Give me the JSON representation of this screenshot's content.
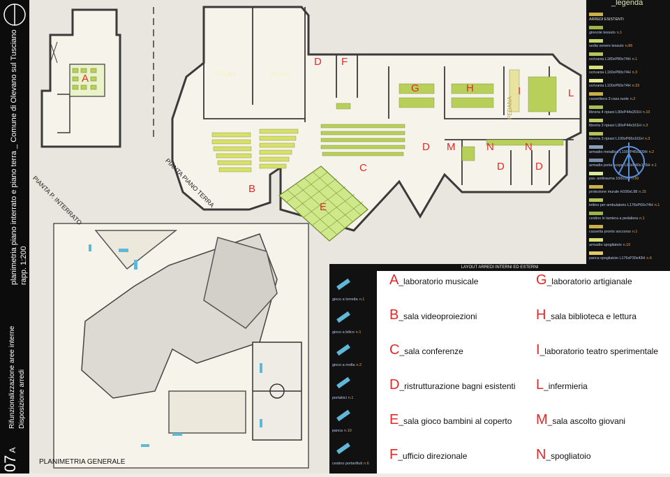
{
  "sidebar": {
    "sheet_number": "07",
    "sheet_suffix": "A",
    "title_line1": "Rifunzionalizzazione aree interne",
    "title_line2": "Disposizione arredi",
    "plan_line1": "planimetria piano interrato e piano terra _ Comune di Olevano sul Tusciano",
    "plan_line2": "rapp. 1:200"
  },
  "legend": {
    "title": "_legenda",
    "items": [
      {
        "label": "ARREDI ESISTENTI",
        "qty": "",
        "color": "#c9b04a"
      },
      {
        "label": "girevole tessuto",
        "qty": "n.1",
        "color": "#9bb54a"
      },
      {
        "label": "sedia venere tessuto",
        "qty": "n.86",
        "color": "#c8d86a"
      },
      {
        "label": "scrivania L180xP80x74H",
        "qty": "n.1",
        "color": "#b8c45a"
      },
      {
        "label": "scrivania L160xP80x74H",
        "qty": "n.3",
        "color": "#d8e07a"
      },
      {
        "label": "scrivania L100xP60x74H",
        "qty": "n.33",
        "color": "#e3e89a"
      },
      {
        "label": "cassettiera 3 cass.ruote",
        "qty": "n.2",
        "color": "#c9b04a"
      },
      {
        "label": "libreria 4 ripiani L90xP44x201H",
        "qty": "n.10",
        "color": "#a9bc5a"
      },
      {
        "label": "libreria 3 ripiani L90xP44x161H",
        "qty": "n.3",
        "color": "#c3cf6a"
      },
      {
        "label": "libreria 3 ripiani L100xP66x161H",
        "qty": "n.3",
        "color": "#b4c45a"
      },
      {
        "label": "armadio metallico L100xP45x200H",
        "qty": "n.2",
        "color": "#8aa0b8"
      },
      {
        "label": "armadio porta scope L60xP40x176H",
        "qty": "n.1",
        "color": "#7a8fa8"
      },
      {
        "label": "pav. antitrauma 100x100",
        "qty": "n.50",
        "color": "#d8eb9a"
      },
      {
        "label": "protezione murale H100xL98",
        "qty": "n.15",
        "color": "#c9b04a"
      },
      {
        "label": "lettino per ambulatorio L176xP60x74H",
        "qty": "n.1",
        "color": "#b8c45a"
      },
      {
        "label": "cestino in lamiera a pedaliera",
        "qty": "n.1",
        "color": "#9bb54a"
      },
      {
        "label": "cassetta pronto soccorso",
        "qty": "n.1",
        "color": "#c9b04a"
      },
      {
        "label": "armadio spogliatoio",
        "qty": "n.10",
        "color": "#d8e07a"
      },
      {
        "label": "panca spogliatoio L176xP30x43H",
        "qty": "n.6",
        "color": "#e3c86a"
      }
    ]
  },
  "layout_header": "LAYOUT ARREDI INTERNI ED ESTERNI",
  "external_items": [
    {
      "label": "gioco a torretta",
      "qty": "n.1",
      "icon": "tower-play-icon"
    },
    {
      "label": "gioco a bilico",
      "qty": "n.1",
      "icon": "seesaw-icon"
    },
    {
      "label": "gioco a molla",
      "qty": "n.2",
      "icon": "spring-rider-icon"
    },
    {
      "label": "portabici",
      "qty": "n.1",
      "icon": "bike-rack-icon"
    },
    {
      "label": "panca",
      "qty": "n.10",
      "icon": "bench-icon"
    },
    {
      "label": "cestino portarifiuti",
      "qty": "n.6",
      "icon": "waste-bin-icon"
    }
  ],
  "rooms": [
    {
      "letter": "A",
      "text": "_laboratorio musicale"
    },
    {
      "letter": "B",
      "text": "_sala videoproiezioni"
    },
    {
      "letter": "C",
      "text": "_sala conferenze"
    },
    {
      "letter": "D",
      "text": "_ristrutturazione bagni esistenti"
    },
    {
      "letter": "E",
      "text": "_sala gioco bambini al coperto"
    },
    {
      "letter": "F",
      "text": "_ufficio direzionale"
    },
    {
      "letter": "G",
      "text": "_laboratorio artigianale"
    },
    {
      "letter": "H",
      "text": "_sala biblioteca e lettura"
    },
    {
      "letter": "I",
      "text": "_laboratorio teatro sperimentale"
    },
    {
      "letter": "L",
      "text": "_infermieria"
    },
    {
      "letter": "M",
      "text": "_sala ascolto giovani"
    },
    {
      "letter": "N",
      "text": "_spogliatoio"
    }
  ],
  "plan_labels": {
    "basement": "PIANTA P. INTERRATO",
    "ground": "PIANTA PIANO TERRA",
    "general": "PLANIMETRIA GENERALE",
    "kitchen": "CUCINA",
    "canteen": "MENSA",
    "stage": "PEDANA"
  },
  "colors": {
    "accent_red": "#e02a2a",
    "furniture_green": "#b8d05a",
    "play_area": "#cfe88a",
    "wall": "#3a3a3a"
  }
}
